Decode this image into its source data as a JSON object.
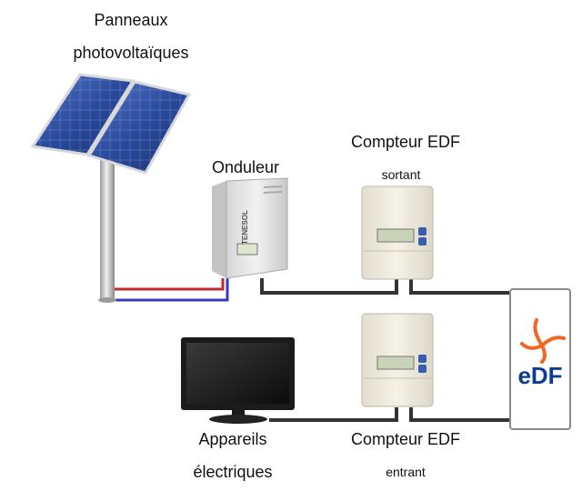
{
  "labels": {
    "panels_line1": "Panneaux",
    "panels_line2": "photovoltaïques",
    "inverter": "Onduleur",
    "meter_out_title": "Compteur EDF",
    "meter_out_sub": "sortant",
    "appliances_line1": "Appareils",
    "appliances_line2": "électriques",
    "meter_in_title": "Compteur EDF",
    "meter_in_sub": "entrant"
  },
  "inverter_brand": "TENESOL",
  "edf_logo_text": "eDF",
  "colors": {
    "panel_blue": "#2a4a9c",
    "cable_red": "#c0282d",
    "cable_blue": "#3a3ac0",
    "cable_dark": "#333333",
    "edf_orange": "#f26522",
    "edf_navy": "#0a3d8f"
  }
}
